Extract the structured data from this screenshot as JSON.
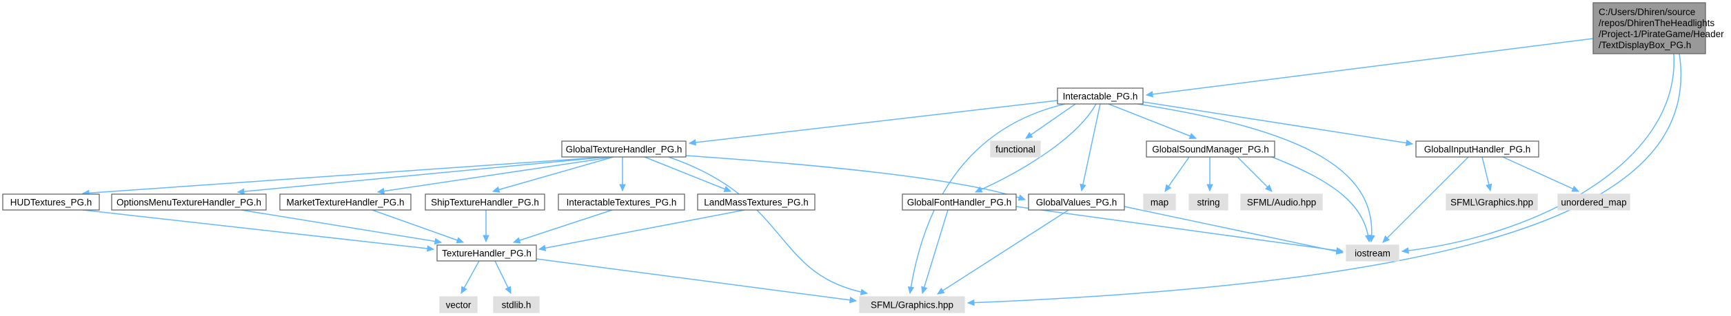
{
  "diagram": {
    "nodes": [
      {
        "id": "root",
        "style": "root",
        "label_lines": [
          "C:/Users/Dhiren/source",
          "/repos/DhirenTheHeadlights",
          "/Project-1/PirateGame/Header",
          "/TextDisplayBox_PG.h"
        ]
      },
      {
        "id": "interactable",
        "style": "white",
        "label_lines": [
          "Interactable_PG.h"
        ]
      },
      {
        "id": "globaltexture",
        "style": "white",
        "label_lines": [
          "GlobalTextureHandler_PG.h"
        ]
      },
      {
        "id": "functional",
        "style": "grey",
        "label_lines": [
          "functional"
        ]
      },
      {
        "id": "globalsound",
        "style": "white",
        "label_lines": [
          "GlobalSoundManager_PG.h"
        ]
      },
      {
        "id": "globalinput",
        "style": "white",
        "label_lines": [
          "GlobalInputHandler_PG.h"
        ]
      },
      {
        "id": "hudtextures",
        "style": "white",
        "label_lines": [
          "HUDTextures_PG.h"
        ]
      },
      {
        "id": "optionsmenu",
        "style": "white",
        "label_lines": [
          "OptionsMenuTextureHandler_PG.h"
        ]
      },
      {
        "id": "markettexture",
        "style": "white",
        "label_lines": [
          "MarketTextureHandler_PG.h"
        ]
      },
      {
        "id": "shiptexture",
        "style": "white",
        "label_lines": [
          "ShipTextureHandler_PG.h"
        ]
      },
      {
        "id": "interactabletextures",
        "style": "white",
        "label_lines": [
          "InteractableTextures_PG.h"
        ]
      },
      {
        "id": "landmass",
        "style": "white",
        "label_lines": [
          "LandMassTextures_PG.h"
        ]
      },
      {
        "id": "globalfont",
        "style": "white",
        "label_lines": [
          "GlobalFontHandler_PG.h"
        ]
      },
      {
        "id": "globalvalues",
        "style": "white",
        "label_lines": [
          "GlobalValues_PG.h"
        ]
      },
      {
        "id": "map",
        "style": "grey",
        "label_lines": [
          "map"
        ]
      },
      {
        "id": "string",
        "style": "grey",
        "label_lines": [
          "string"
        ]
      },
      {
        "id": "sfmlaudio",
        "style": "grey",
        "label_lines": [
          "SFML/Audio.hpp"
        ]
      },
      {
        "id": "sfmlgraphicsback",
        "style": "grey",
        "label_lines": [
          "SFML\\Graphics.hpp"
        ]
      },
      {
        "id": "unorderedmap",
        "style": "grey",
        "label_lines": [
          "unordered_map"
        ]
      },
      {
        "id": "iostream",
        "style": "grey",
        "label_lines": [
          "iostream"
        ]
      },
      {
        "id": "texturehandler",
        "style": "white",
        "label_lines": [
          "TextureHandler_PG.h"
        ]
      },
      {
        "id": "vector",
        "style": "grey",
        "label_lines": [
          "vector"
        ]
      },
      {
        "id": "stdlib",
        "style": "grey",
        "label_lines": [
          "stdlib.h"
        ]
      },
      {
        "id": "sfmlgraphics",
        "style": "grey",
        "label_lines": [
          "SFML/Graphics.hpp"
        ]
      }
    ],
    "edges": [
      {
        "from": "root",
        "to": "interactable"
      },
      {
        "from": "root",
        "to": "iostream"
      },
      {
        "from": "root",
        "to": "sfmlgraphics"
      },
      {
        "from": "interactable",
        "to": "globaltexture"
      },
      {
        "from": "interactable",
        "to": "functional"
      },
      {
        "from": "interactable",
        "to": "globalsound"
      },
      {
        "from": "interactable",
        "to": "globalinput"
      },
      {
        "from": "interactable",
        "to": "globalfont"
      },
      {
        "from": "interactable",
        "to": "globalvalues"
      },
      {
        "from": "interactable",
        "to": "iostream"
      },
      {
        "from": "interactable",
        "to": "sfmlgraphics"
      },
      {
        "from": "globaltexture",
        "to": "hudtextures"
      },
      {
        "from": "globaltexture",
        "to": "optionsmenu"
      },
      {
        "from": "globaltexture",
        "to": "markettexture"
      },
      {
        "from": "globaltexture",
        "to": "shiptexture"
      },
      {
        "from": "globaltexture",
        "to": "interactabletextures"
      },
      {
        "from": "globaltexture",
        "to": "landmass"
      },
      {
        "from": "globaltexture",
        "to": "globalvalues"
      },
      {
        "from": "globaltexture",
        "to": "sfmlgraphics"
      },
      {
        "from": "hudtextures",
        "to": "texturehandler"
      },
      {
        "from": "optionsmenu",
        "to": "texturehandler"
      },
      {
        "from": "markettexture",
        "to": "texturehandler"
      },
      {
        "from": "shiptexture",
        "to": "texturehandler"
      },
      {
        "from": "interactabletextures",
        "to": "texturehandler"
      },
      {
        "from": "landmass",
        "to": "texturehandler"
      },
      {
        "from": "texturehandler",
        "to": "vector"
      },
      {
        "from": "texturehandler",
        "to": "stdlib"
      },
      {
        "from": "texturehandler",
        "to": "sfmlgraphics"
      },
      {
        "from": "globalsound",
        "to": "map"
      },
      {
        "from": "globalsound",
        "to": "string"
      },
      {
        "from": "globalsound",
        "to": "sfmlaudio"
      },
      {
        "from": "globalsound",
        "to": "iostream"
      },
      {
        "from": "globalinput",
        "to": "sfmlgraphicsback"
      },
      {
        "from": "globalinput",
        "to": "unorderedmap"
      },
      {
        "from": "globalinput",
        "to": "iostream"
      },
      {
        "from": "globalfont",
        "to": "sfmlgraphics"
      },
      {
        "from": "globalfont",
        "to": "iostream"
      },
      {
        "from": "globalvalues",
        "to": "sfmlgraphics"
      },
      {
        "from": "globalvalues",
        "to": "iostream"
      }
    ]
  },
  "colors": {
    "edge": "#63b8ff",
    "node_border": "#666666",
    "external_fill": "#e0e0e0",
    "root_fill": "#999999"
  }
}
